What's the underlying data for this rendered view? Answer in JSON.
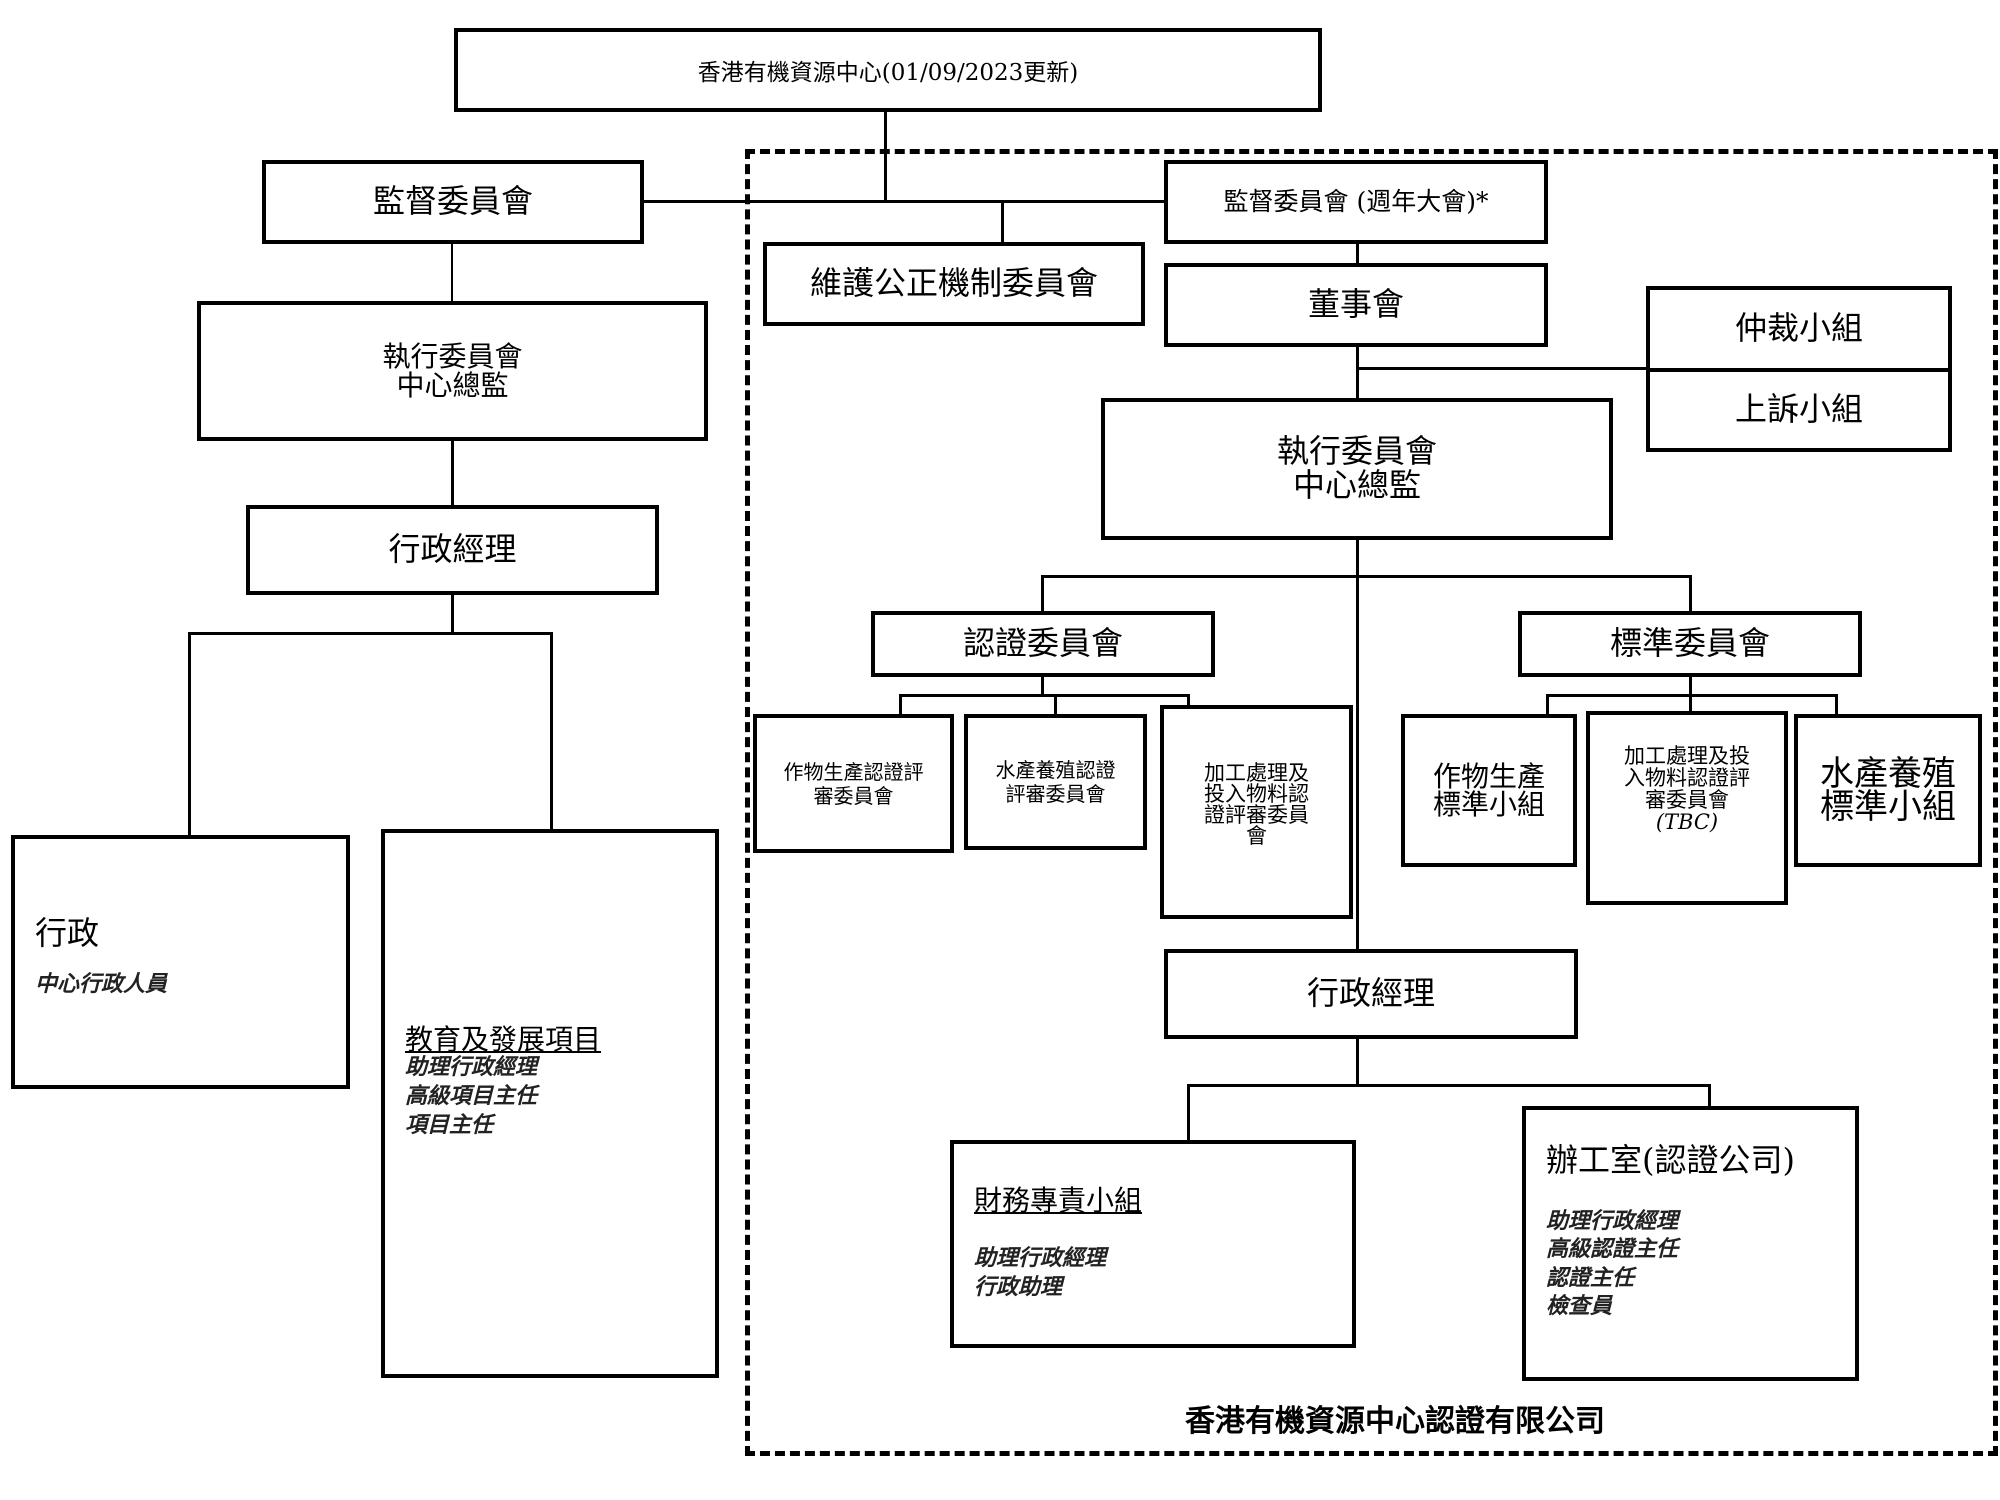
{
  "title": "香港有機資源中心(01/09/2023更新)",
  "left": {
    "supervisory": "監督委員會",
    "executive": [
      "執行委員會",
      "中心總監"
    ],
    "admin_manager": "行政經理",
    "admin": {
      "heading": "行政",
      "staff": [
        "中心行政人員"
      ]
    },
    "education": {
      "heading": "教育及發展項目",
      "staff": [
        "助理行政經理",
        "高級項目主任",
        "項目主任"
      ]
    }
  },
  "right": {
    "company_label": "香港有機資源中心認證有限公司",
    "impartiality": "維護公正機制委員會",
    "supervisory_agm": "監督委員會 (週年大會)*",
    "board": "董事會",
    "arbitration": "仲裁小組",
    "appeal": "上訴小組",
    "executive": [
      "執行委員會",
      "中心總監"
    ],
    "certification_committee": {
      "label": "認證委員會",
      "children": [
        [
          "作物生產認證評",
          "審委員會"
        ],
        [
          "水產養殖認證",
          "評審委員會"
        ],
        [
          "加工處理及",
          "投入物料認",
          "證評審委員",
          "會"
        ]
      ]
    },
    "standards_committee": {
      "label": "標準委員會",
      "children": [
        {
          "lines": [
            "作物生產",
            "標準小組"
          ]
        },
        {
          "lines": [
            "加工處理及投",
            "入物料認證評",
            "審委員會"
          ],
          "note": "(TBC)"
        },
        {
          "lines": [
            "水產養殖",
            "標準小組"
          ]
        }
      ]
    },
    "admin_manager": "行政經理",
    "finance": {
      "heading": "財務專責小組",
      "staff": [
        "助理行政經理",
        "行政助理"
      ]
    },
    "office": {
      "heading": "辦工室(認證公司)",
      "staff": [
        "助理行政經理",
        "高級認證主任",
        "認證主任",
        "檢查員"
      ]
    }
  }
}
